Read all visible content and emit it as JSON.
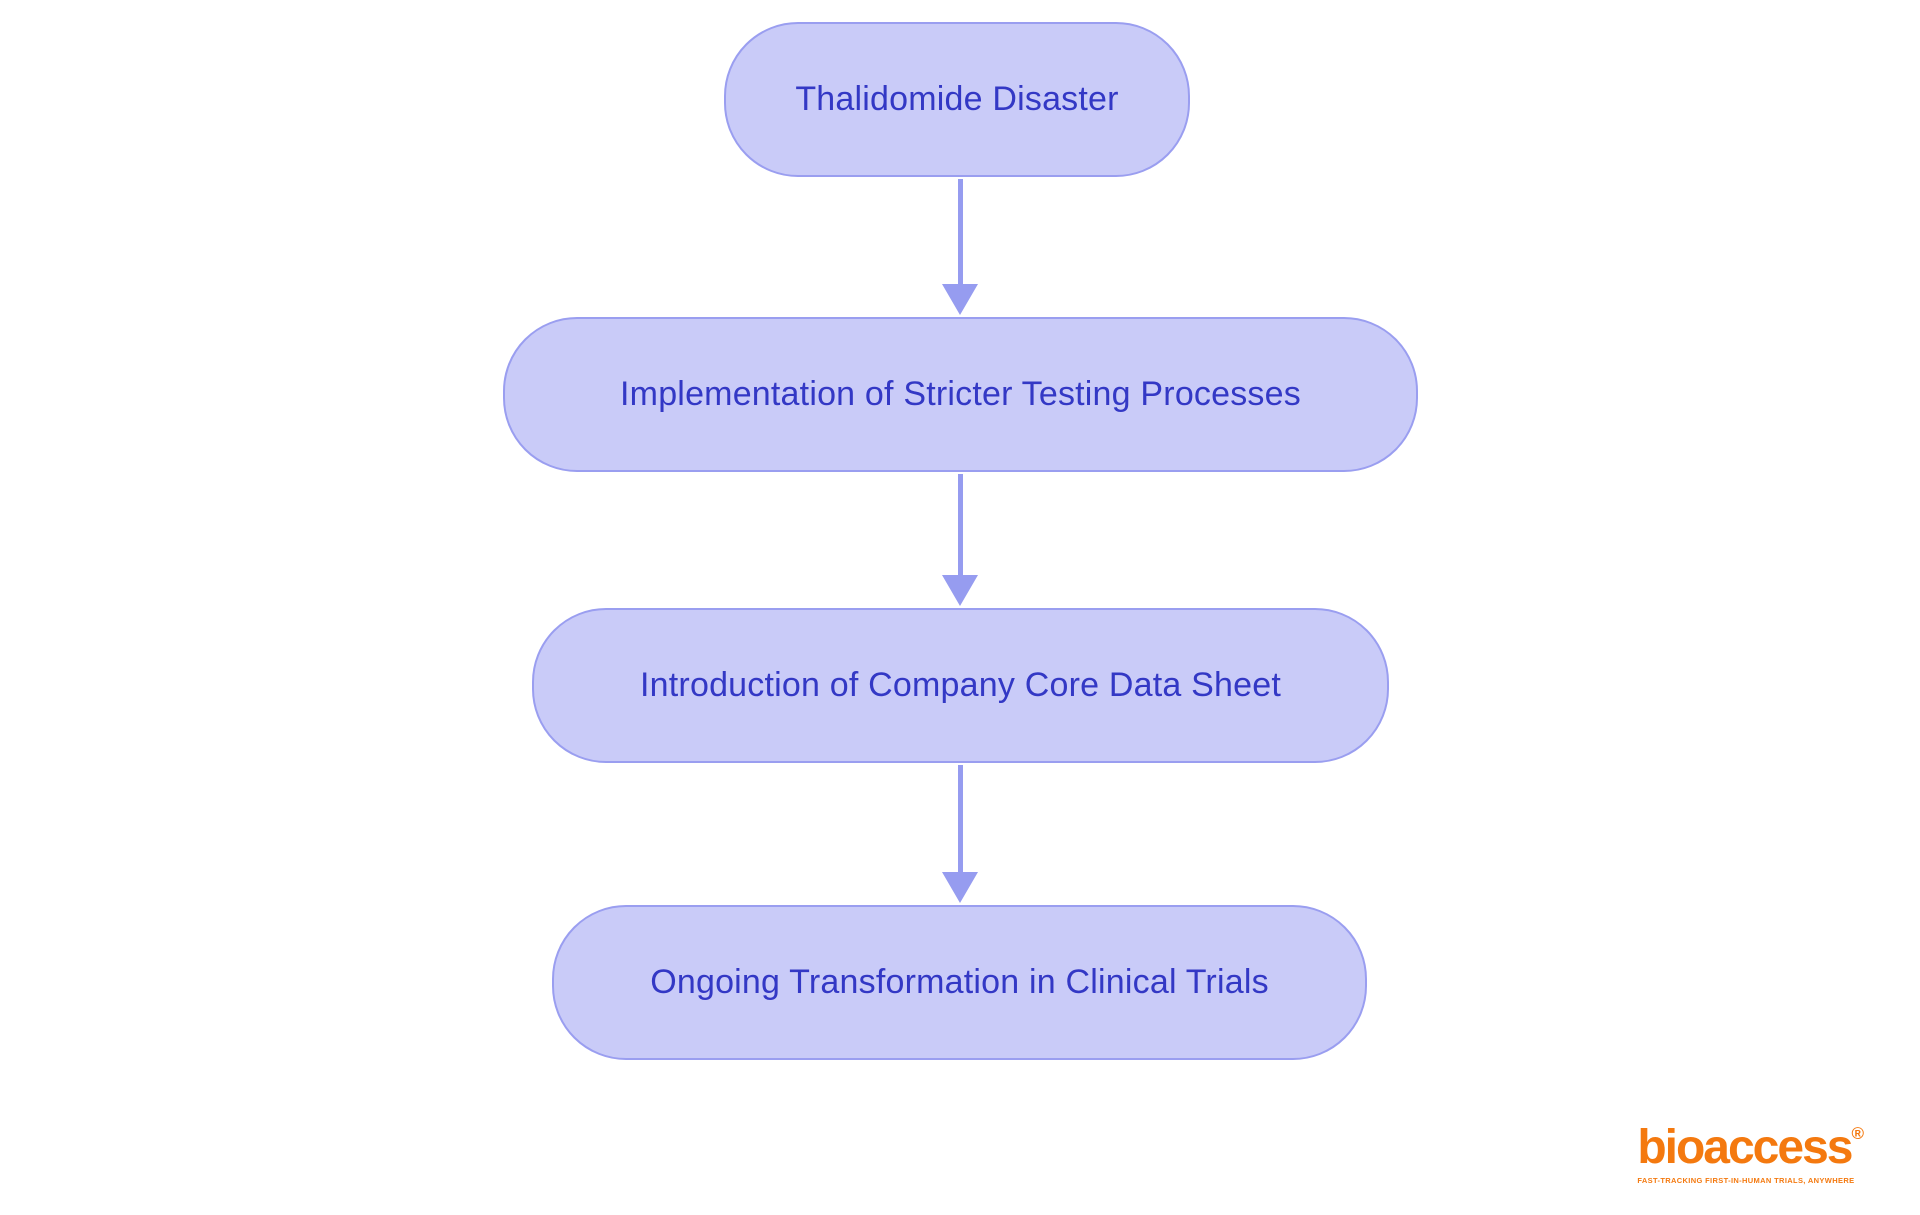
{
  "flowchart": {
    "type": "flowchart",
    "direction": "top-to-bottom",
    "nodes": [
      {
        "label": "Thalidomide Disaster"
      },
      {
        "label": "Implementation of Stricter Testing Processes"
      },
      {
        "label": "Introduction of Company Core Data Sheet"
      },
      {
        "label": "Ongoing Transformation in Clinical Trials"
      }
    ],
    "edges": [
      {
        "from": 0,
        "to": 1
      },
      {
        "from": 1,
        "to": 2
      },
      {
        "from": 2,
        "to": 3
      }
    ],
    "colors": {
      "node_fill": "#c9cbf8",
      "node_border": "#9a9ef0",
      "node_text": "#3338c5",
      "arrow": "#969cf0",
      "background": "#ffffff"
    }
  },
  "logo": {
    "brand": "bioaccess",
    "registered": "®",
    "tagline": "FAST-TRACKING FIRST-IN-HUMAN TRIALS, ANYWHERE",
    "color": "#f4790f"
  }
}
